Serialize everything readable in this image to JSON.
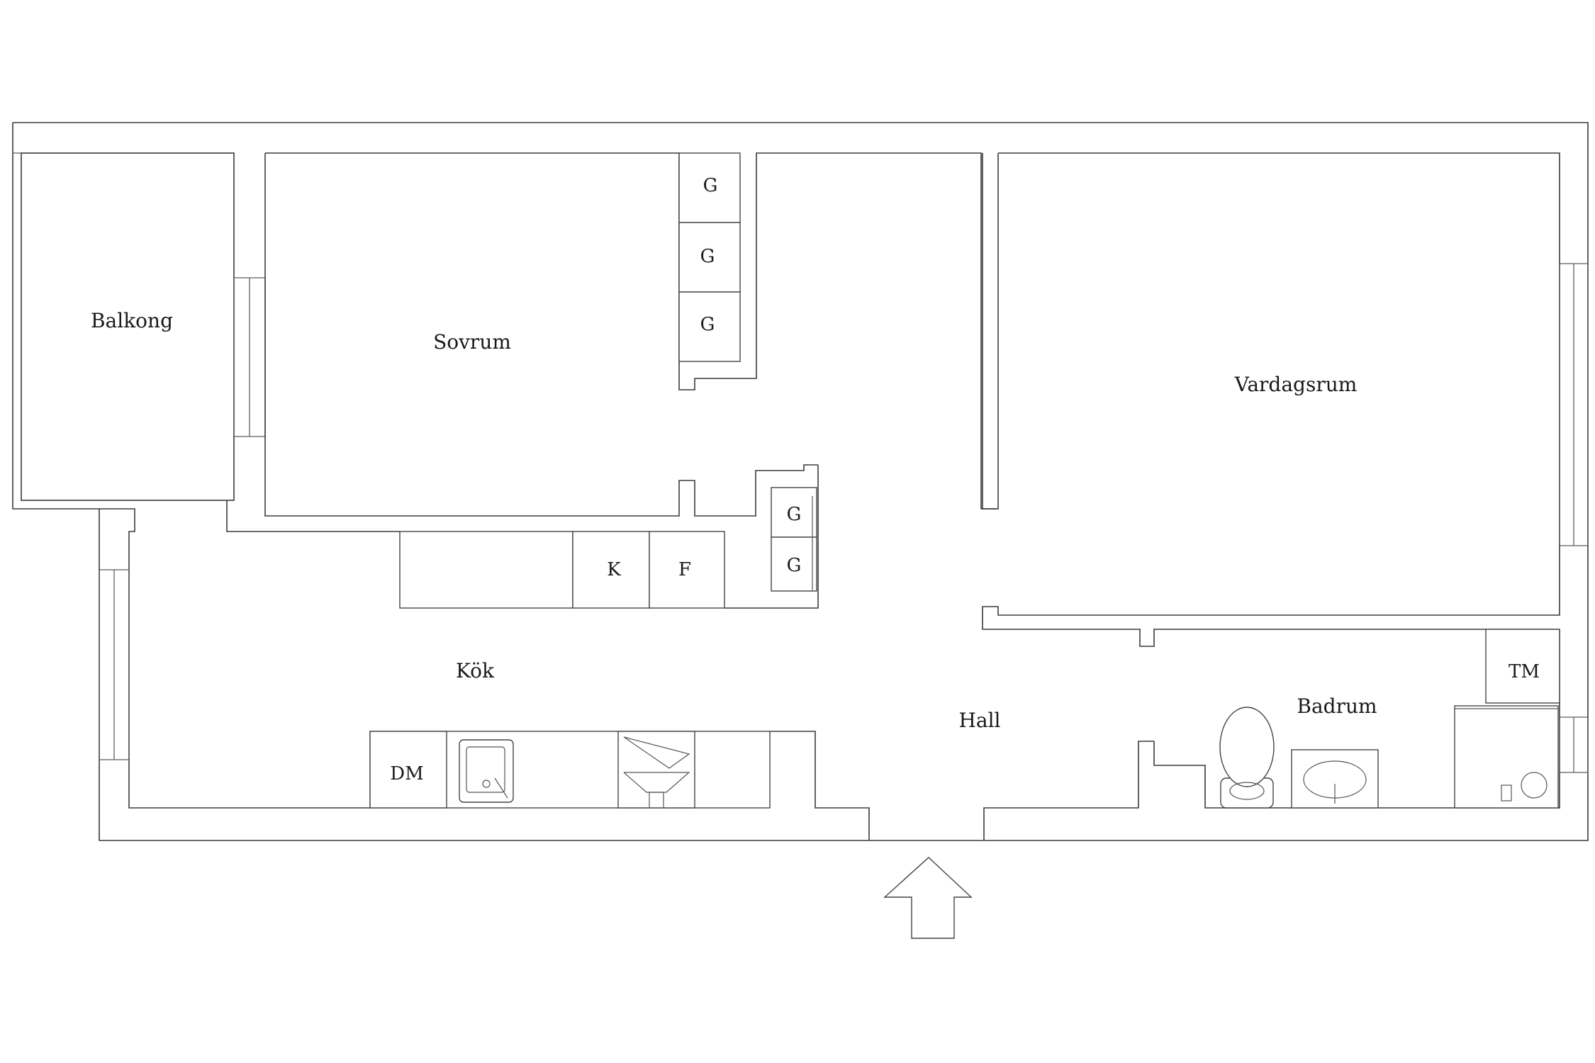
{
  "rooms": {
    "balkong": "Balkong",
    "sovrum": "Sovrum",
    "vardagsrum": "Vardagsrum",
    "kok": "Kök",
    "hall": "Hall",
    "badrum": "Badrum"
  },
  "fixtures": {
    "wardrobe_1": "G",
    "wardrobe_2": "G",
    "wardrobe_3": "G",
    "wardrobe_4": "G",
    "wardrobe_5": "G",
    "fridge": "K",
    "freezer": "F",
    "dishwasher": "DM",
    "washing_machine": "TM"
  },
  "colors": {
    "wall": "#3a3a3a",
    "background": "#ffffff"
  }
}
